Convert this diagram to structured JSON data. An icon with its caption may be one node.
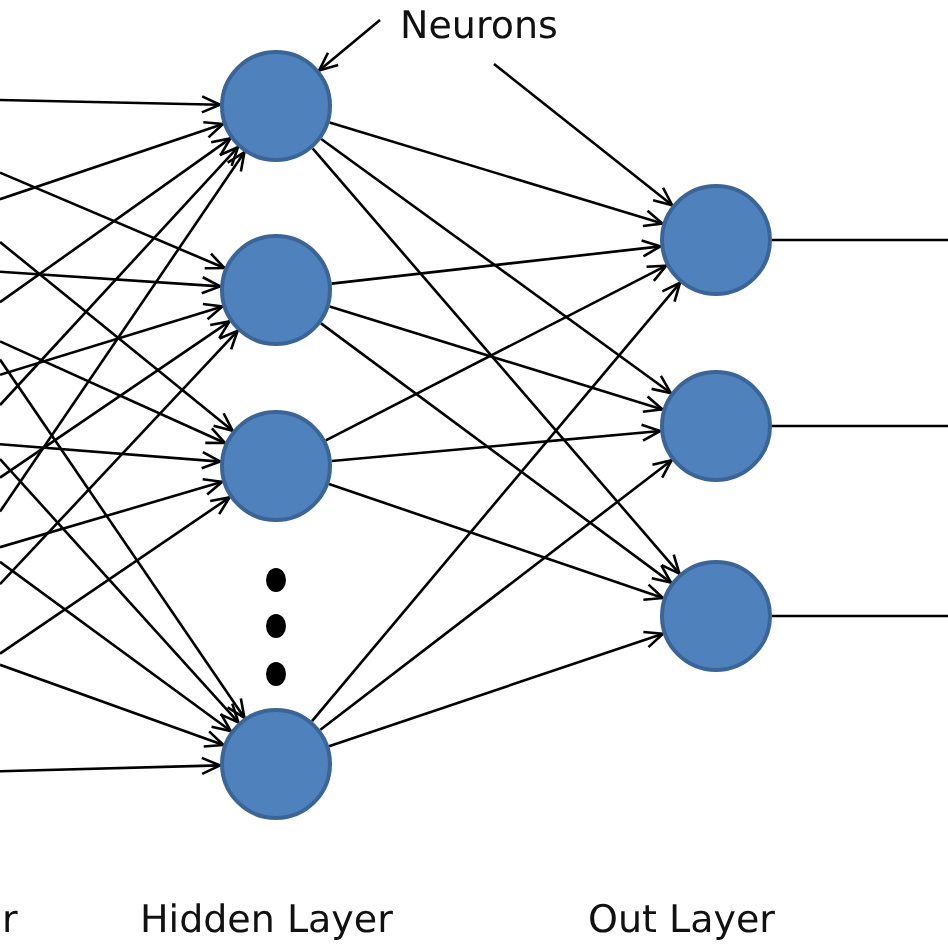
{
  "diagram": {
    "nodes": [
      {
        "text": [
          "Neurons"
        ]
      },
      {
        "text": [],
        "shape": "circle"
      },
      {
        "text": [],
        "shape": "circle"
      },
      {
        "text": [],
        "shape": "circle"
      },
      {
        "text": [],
        "shape": "circle"
      },
      {
        "text": [],
        "shape": "circle"
      },
      {
        "text": [],
        "shape": "circle"
      },
      {
        "text": [],
        "shape": "circle"
      }
    ],
    "edges": [
      {
        "from": null,
        "to": 1,
        "arrow": "to"
      },
      {
        "from": null,
        "to": 2,
        "arrow": "to"
      },
      {
        "from": null,
        "to": 3,
        "arrow": "to"
      },
      {
        "from": null,
        "to": 4,
        "arrow": "to"
      },
      {
        "from": null,
        "to": 1,
        "arrow": "to"
      },
      {
        "from": null,
        "to": 2,
        "arrow": "to"
      },
      {
        "from": null,
        "to": 3,
        "arrow": "to"
      },
      {
        "from": null,
        "to": 4,
        "arrow": "to"
      },
      {
        "from": null,
        "to": 1,
        "arrow": "to"
      },
      {
        "from": null,
        "to": 2,
        "arrow": "to"
      },
      {
        "from": null,
        "to": 3,
        "arrow": "to"
      },
      {
        "from": null,
        "to": 4,
        "arrow": "to"
      },
      {
        "from": null,
        "to": 1,
        "arrow": "to"
      },
      {
        "from": null,
        "to": 2,
        "arrow": "to"
      },
      {
        "from": null,
        "to": 3,
        "arrow": "to"
      },
      {
        "from": null,
        "to": 4,
        "arrow": "to"
      },
      {
        "from": null,
        "to": 1,
        "arrow": "to"
      },
      {
        "from": null,
        "to": 2,
        "arrow": "to"
      },
      {
        "from": null,
        "to": 3,
        "arrow": "to"
      },
      {
        "from": null,
        "to": 4,
        "arrow": "to"
      },
      {
        "from": 1,
        "to": 5,
        "arrow": "to"
      },
      {
        "from": 1,
        "to": 6,
        "arrow": "to"
      },
      {
        "from": 1,
        "to": 7,
        "arrow": "to"
      },
      {
        "from": 2,
        "to": 5,
        "arrow": "to"
      },
      {
        "from": 2,
        "to": 6,
        "arrow": "to"
      },
      {
        "from": 2,
        "to": 7,
        "arrow": "to"
      },
      {
        "from": 3,
        "to": 5,
        "arrow": "to"
      },
      {
        "from": 3,
        "to": 6,
        "arrow": "to"
      },
      {
        "from": 3,
        "to": 7,
        "arrow": "to"
      },
      {
        "from": 4,
        "to": 5,
        "arrow": "to"
      },
      {
        "from": 4,
        "to": 6,
        "arrow": "to"
      },
      {
        "from": 4,
        "to": 7,
        "arrow": "to"
      },
      {
        "from": 5,
        "to": null,
        "arrow": "none"
      },
      {
        "from": 6,
        "to": null,
        "arrow": "none"
      },
      {
        "from": 7,
        "to": null,
        "arrow": "none"
      },
      {
        "from": 0,
        "to": 1,
        "arrow": "to"
      },
      {
        "from": 0,
        "to": 5,
        "arrow": "to"
      }
    ],
    "labels": [
      "r",
      "Hidden Layer",
      "Out Layer"
    ]
  }
}
